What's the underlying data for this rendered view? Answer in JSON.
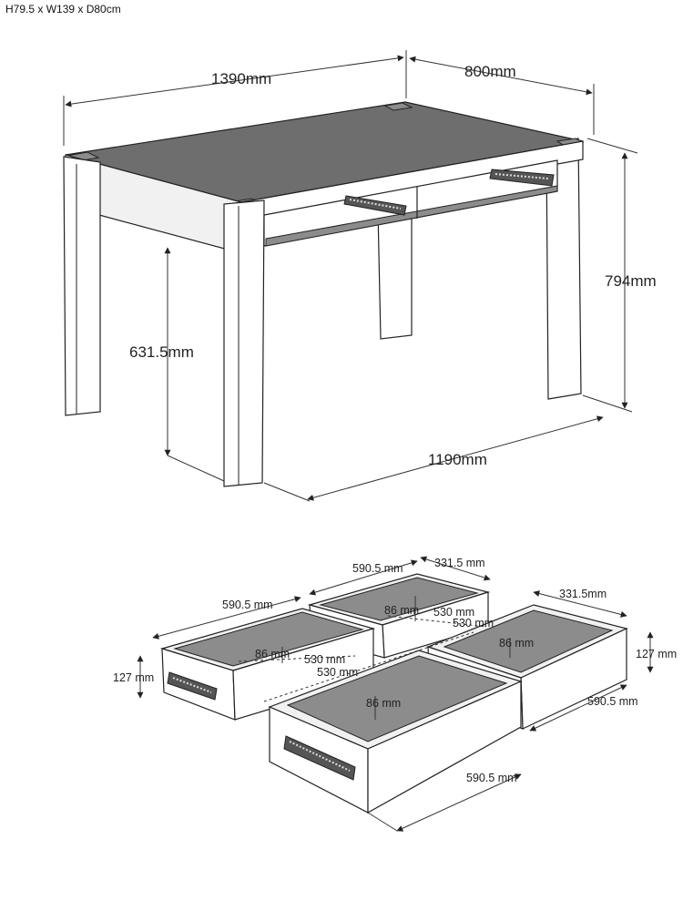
{
  "spec_text": "H79.5 x W139 x D80cm",
  "table": {
    "width_label": "1390mm",
    "depth_label": "800mm",
    "height_label": "794mm",
    "leg_height_label": "631.5mm",
    "leg_span_label": "1190mm"
  },
  "drawers": {
    "length_label_a": "590.5 mm",
    "length_label_b": "590.5 mm",
    "length_label_c": "590.5 mm",
    "length_label_d": "590.5 mm",
    "width_label_a": "331.5 mm",
    "width_label_b": "331.5mm",
    "height_label_left": "127 mm",
    "height_label_right": "127 mm",
    "inner_depth_a": "86 mm",
    "inner_depth_b": "86 mm",
    "inner_depth_c": "86 mm",
    "inner_depth_d": "86 mm",
    "inner_len_a": "530 mm",
    "inner_len_b": "530 mm",
    "inner_len_c": "530 mm",
    "inner_len_d": "530 mm"
  },
  "colors": {
    "top_surface": "#6e6e6e",
    "drawer_floor": "#8c8c8c",
    "line": "#222222"
  }
}
